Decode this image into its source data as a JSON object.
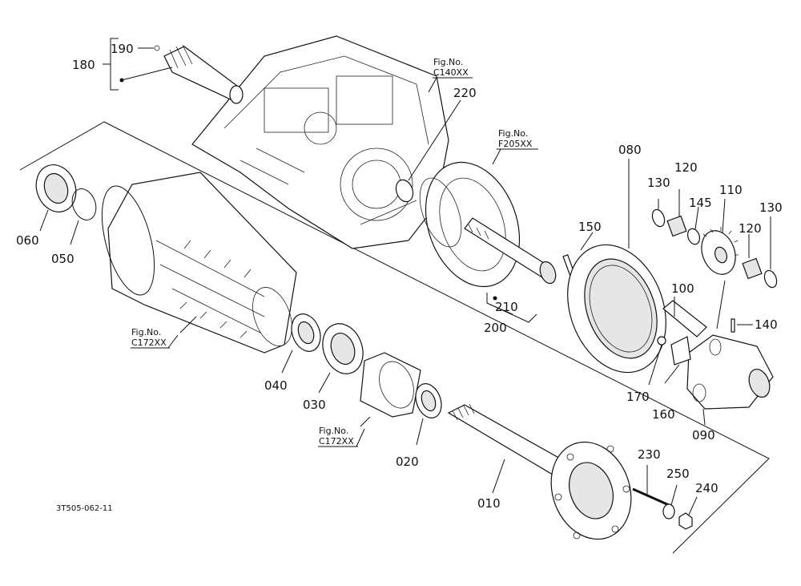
{
  "labels": {
    "p010": "010",
    "p020": "020",
    "p030": "030",
    "p040": "040",
    "p050": "050",
    "p060": "060",
    "p080": "080",
    "p090": "090",
    "p100": "100",
    "p110": "110",
    "p120a": "120",
    "p120b": "120",
    "p130a": "130",
    "p130b": "130",
    "p140": "140",
    "p145": "145",
    "p150": "150",
    "p160": "160",
    "p170": "170",
    "p180": "180",
    "p190": "190",
    "p200": "200",
    "p210": "210",
    "p220": "220",
    "p230": "230",
    "p240": "240",
    "p250": "250"
  },
  "figrefs": {
    "c140": {
      "line1": "Fig.No.",
      "line2": "C140XX"
    },
    "f205": {
      "line1": "Fig.No.",
      "line2": "F205XX"
    },
    "c172a": {
      "line1": "Fig.No.",
      "line2": "C172XX"
    },
    "c172b": {
      "line1": "Fig.No.",
      "line2": "C172XX"
    }
  },
  "drawing_code": "3T505-062-11"
}
